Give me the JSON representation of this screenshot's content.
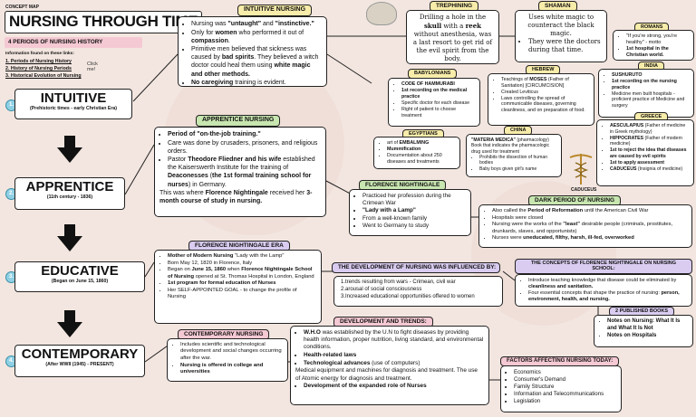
{
  "concept_map": "CONCEPT MAP",
  "title": "NURSING THROUGH TIME",
  "subtitle": "4 PERIODS OF NURSING HISTORY",
  "links": {
    "heading": "Information found on these links:",
    "items": [
      "1. Periods of Nursing History",
      "2. History of Nursing Periods",
      "3. Historical Evolution of Nursing"
    ],
    "click": "Click me!"
  },
  "eras": [
    {
      "num": "1.",
      "name": "INTUITIVE",
      "sub": "(Prehistoric times - early Christian Era)"
    },
    {
      "num": "2.",
      "name": "APPRENTICE",
      "sub": "(11th century - 1836)"
    },
    {
      "num": "3.",
      "name": "EDUCATIVE",
      "sub": "(Began on June 15, 1860)"
    },
    {
      "num": "4.",
      "name": "CONTEMPORARY",
      "sub": "(After WWII (1945) - PRESENT)"
    }
  ],
  "intuitive_nursing": {
    "label": "INTUITIVE NURSING",
    "items": [
      "Nursing was \"untaught\" and \"instinctive.\"",
      "Only for women who performed it out of compassion.",
      "Primitive men believed that sickness was caused by bad spirits. They believed a witch doctor could heal them using white magic and other methods.",
      "No caregiving training is evident."
    ]
  },
  "trephining": {
    "label": "TREPHINING",
    "text": "Drilling a hole in the skull with a reek without anesthesia, was a last resort to get rid of the evil spirit from the body."
  },
  "shaman": {
    "label": "SHAMAN",
    "text": "Uses white magic to counteract the black magic.",
    "item": "They were the doctors during that time."
  },
  "romans": {
    "label": "ROMANS",
    "items": [
      "\"If you're strong, you're healthy\" - motto",
      "1st hospital in the Christian world."
    ]
  },
  "india": {
    "label": "INDIA",
    "items": [
      "SUSHURUTO",
      "1st recording on the nursing practice",
      "Medicine men built hospitals - proficient practice of Medicine and surgery"
    ]
  },
  "greece": {
    "label": "GREECE",
    "items": [
      "AESCULAPIUS (Father of medicine in Greek mythology)",
      "HIPPOCRATES (Father of modern medicine)",
      "1st to reject the idea that diseases are caused by evil spirits",
      "1st to apply assessment",
      "CADUCEUS (Insignia of medicine)"
    ]
  },
  "babylonians": {
    "label": "BABYLONIANS",
    "items": [
      "CODE OF HAMMURABI",
      "1st recording on the medical practice",
      "Specific doctor for each disease",
      "Right of patient to choose treatment"
    ]
  },
  "hebrew": {
    "label": "HEBREW",
    "items": [
      "Teachings of MOSES (Father of Sanitation) [CIRCUMCISION]",
      "Created Leviticus",
      "Laws controlling the spread of communicable diseases, governing cleanliness, and on preparation of food."
    ]
  },
  "egyptians": {
    "label": "EGYPTIANS",
    "items": [
      "art of EMBALMING",
      "Mummification",
      "Documentation about 250 diseases and treatments"
    ]
  },
  "china": {
    "label": "CHINA",
    "text": "\"MATERIA MEDICA\" (pharmacology) Book that indicates the pharmacologic drug used for treatment",
    "items": [
      "Prohibits the dissection of human bodies",
      "Baby boys given girl's name"
    ]
  },
  "caduceus": "CADUCEUS",
  "apprentice_nursing": {
    "label": "APPRENTICE NURSING",
    "items": [
      "Period of \"on-the-job training.\"",
      "Care was done by crusaders, prisoners, and religious orders.",
      "Pastor Theodore Fliedner and his wife established the Kaiserswerth Institute for the training of Deaconesses (the 1st formal training school for nurses) in Germany."
    ],
    "trailing": "This was where Florence Nightingale received her 3-month course of study in nursing."
  },
  "florence_nightingale": {
    "label": "FLORENCE NIGHTINGALE",
    "items": [
      "Practiced her profession during the Crimean War",
      "\"Lady with a Lamp\"",
      "From a well-known family",
      "Went to Germany to study"
    ]
  },
  "dark_period": {
    "label": "DARK PERIOD OF NURSING",
    "items": [
      "Also called the Period of Reformation until the American Civil War",
      "Hospitals were closed",
      "Nursing were the works of the \"least\" desirable people (criminals, prostitutes, drunkards, slaves, and opportunists)",
      "Nurses were uneducated, filthy, harsh, ill-fed, overworked"
    ]
  },
  "fn_era": {
    "label": "FLORENCE NIGHTINGALE ERA",
    "items": [
      "Mother of Modern Nursing \"Lady with the Lamp\"",
      "Born May 12, 1820 in Florence, Italy",
      "Began on June 15, 1860 when Florence Nightingale School of Nursing opened at St. Thomas Hospital in London, England",
      "1st program for formal education of Nurses",
      "Her SELF-APPOINTED GOAL - to change the profile of Nursing"
    ]
  },
  "influenced": {
    "label": "THE DEVELOPMENT OF NURSING WAS INFLUENCED BY:",
    "items": [
      "1.trends resulting from wars - Crimean, civil war",
      "2.arousal of social consciousness",
      "3.Increased educational opportunities offered to women"
    ]
  },
  "concepts": {
    "label": "THE CONCEPTS OF FLORENCE NIGHTINGALE ON NURSING SCHOOL:",
    "items": [
      "Introduce teaching knowledge that disease could be eliminated by cleanliness and sanitation.",
      "Four essential concepts that shape the practice of nursing: person, environment, health, and nursing."
    ]
  },
  "books": {
    "label": "2 PUBLISHED BOOKS",
    "items": [
      "Notes on Nursing: What It Is and What It Is Not",
      "Notes on Hospitals"
    ]
  },
  "contemporary_nursing": {
    "label": "CONTEMPORARY NURSING",
    "items": [
      "Includes scientific and technological development and social changes occurring after the war.",
      "Nursing is offered in college and universities"
    ]
  },
  "development": {
    "label": "DEVELOPMENT AND TRENDS:",
    "item1": "W.H.O was established by the U.N to fight diseases by providing health information, proper nutrition, living standard, and environmental conditions.",
    "item2": "Health-related laws",
    "item3": "Technological advances (use of computers)",
    "para": "Medical equipment and machines for diagnosis and treatment. The use of Atomic energy for diagnosis and treatment.",
    "item4": "Development of the expanded role of Nurses"
  },
  "factors": {
    "label": "FACTORS AFFECTING NURSING TODAY:",
    "items": [
      "Economics",
      "Consumer's Demand",
      "Family Structure",
      "Information and Telecommunications",
      "Legislation"
    ]
  },
  "colors": {
    "background": "#f3e6e0",
    "yellow": "#f8ecaa",
    "green": "#c8e6b0",
    "lavender": "#d9ccf0",
    "pink": "#f5c9d4",
    "number_badge": "#8fd0e4"
  }
}
